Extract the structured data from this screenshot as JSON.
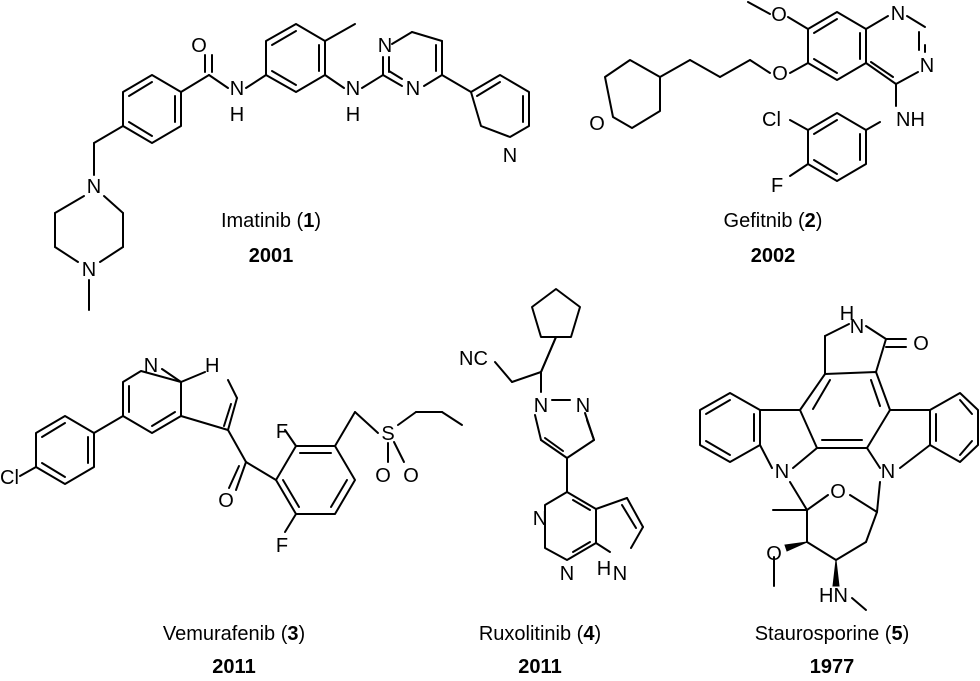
{
  "compounds": [
    {
      "name": "Imatinib",
      "number": "1",
      "year": "2001"
    },
    {
      "name": "Gefitnib",
      "number": "2",
      "year": "2002"
    },
    {
      "name": "Vemurafenib",
      "number": "3",
      "year": "2011"
    },
    {
      "name": "Ruxolitinib",
      "number": "4",
      "year": "2011"
    },
    {
      "name": "Staurosporine",
      "number": "5",
      "year": "1977"
    }
  ],
  "atoms": {
    "N": "N",
    "O": "O",
    "H": "H",
    "NH": "NH",
    "Cl": "Cl",
    "F": "F",
    "S": "S",
    "NC": "NC",
    "HN": "HN"
  }
}
